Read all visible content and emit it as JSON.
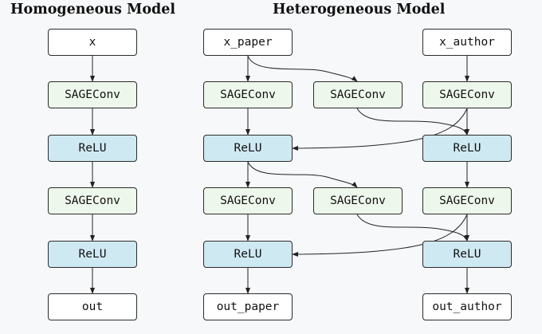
{
  "homogeneous": {
    "title": "Homogeneous Model",
    "nodes": {
      "input": "x",
      "conv1": "SAGEConv",
      "relu1": "ReLU",
      "conv2": "SAGEConv",
      "relu2": "ReLU",
      "output": "out"
    }
  },
  "heterogeneous": {
    "title": "Heterogeneous Model",
    "paper": {
      "input": "x_paper",
      "conv1": "SAGEConv",
      "relu1": "ReLU",
      "conv2": "SAGEConv",
      "relu2": "ReLU",
      "output": "out_paper"
    },
    "cross": {
      "conv1": "SAGEConv",
      "conv2": "SAGEConv"
    },
    "author": {
      "input": "x_author",
      "conv1": "SAGEConv",
      "relu1": "ReLU",
      "conv2": "SAGEConv",
      "relu2": "ReLU",
      "output": "out_author"
    }
  },
  "colors": {
    "conv_fill": "#eef7ec",
    "relu_fill": "#cfe9f2",
    "io_fill": "#ffffff",
    "border": "#2b2b2b"
  }
}
